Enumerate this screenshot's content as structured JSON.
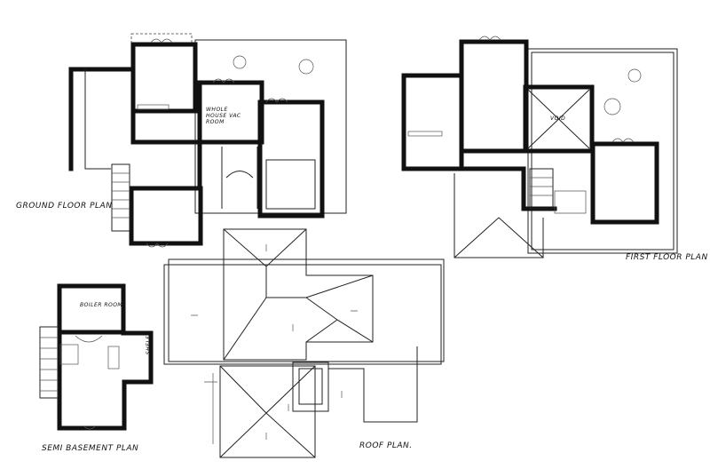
{
  "drawings": {
    "ground_floor": {
      "title": "GROUND FLOOR PLAN",
      "room_label": "WHOLE HOUSE VAC ROOM"
    },
    "first_floor": {
      "title": "FIRST FLOOR PLAN",
      "room_label": "VOID"
    },
    "semi_basement": {
      "title": "SEMI BASEMENT PLAN",
      "room_label": "BOILER ROOM",
      "shelf_label": "SHELF"
    },
    "roof": {
      "title": "ROOF PLAN."
    }
  }
}
